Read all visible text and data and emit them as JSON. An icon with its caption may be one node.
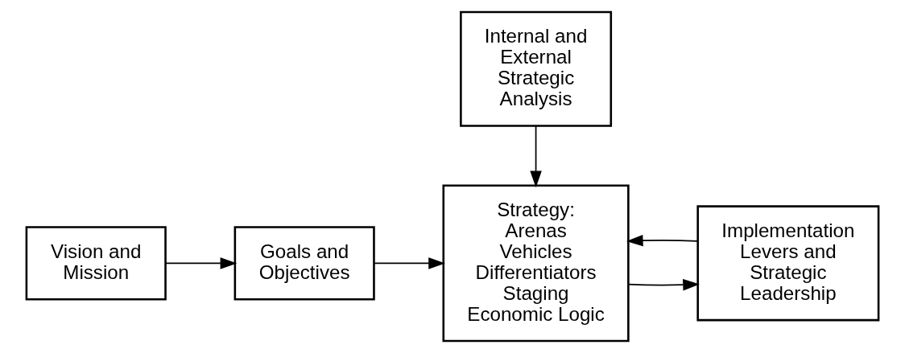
{
  "diagram": {
    "nodes": [
      {
        "text": [
          "Internal and External Strategic Analysis"
        ]
      },
      {
        "text": [
          "Vision and Mission"
        ]
      },
      {
        "text": [
          "Goals and Objectives"
        ]
      },
      {
        "text": [
          "Strategy:",
          "Arenas",
          "Vehicles",
          "Differentiators",
          "Staging",
          "Economic Logic"
        ]
      },
      {
        "text": [
          "Implementation Levers and Strategic Leadership"
        ]
      }
    ],
    "edges": [
      {
        "from": 1,
        "to": 2,
        "arrow": "to"
      },
      {
        "from": 2,
        "to": 3,
        "arrow": "to"
      },
      {
        "from": 0,
        "to": 3,
        "arrow": "to"
      },
      {
        "from": 3,
        "to": 4,
        "arrow": "to"
      },
      {
        "from": 4,
        "to": 3,
        "arrow": "to"
      }
    ]
  }
}
